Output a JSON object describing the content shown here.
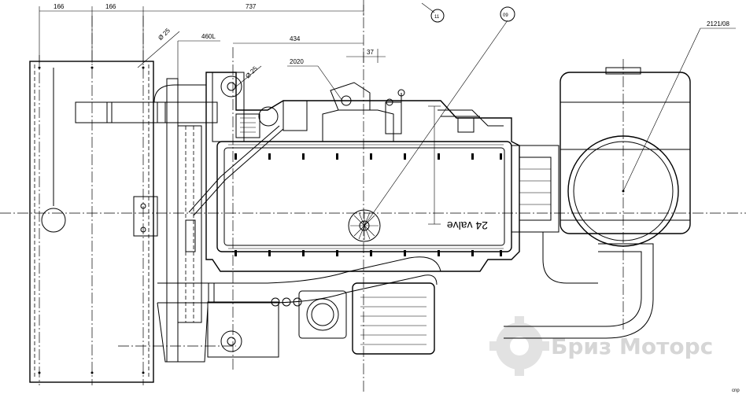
{
  "dimensions": {
    "d1": "166",
    "d2": "166",
    "d3": "737",
    "d4": "434",
    "d5": "37",
    "d6": "460L",
    "d7": "2020",
    "d8": "Ø 25"
  },
  "callouts": {
    "c11": "11",
    "c09": "09",
    "c2121": "2121/08"
  },
  "engraving": "24 valve",
  "watermark": "Бриз Моторс",
  "corner_mark": "cnp"
}
